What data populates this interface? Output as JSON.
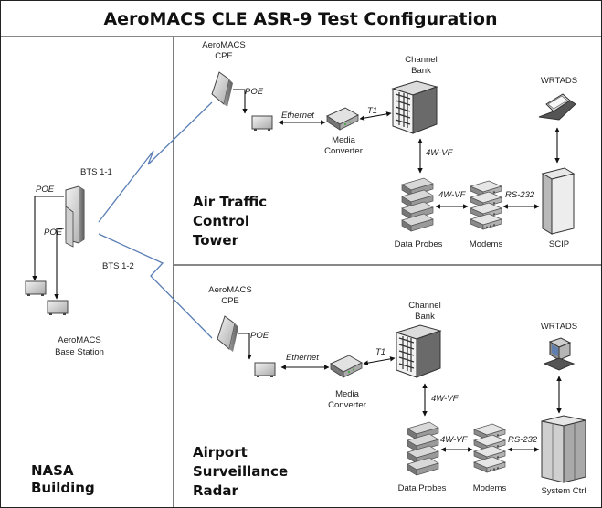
{
  "title": "AeroMACS CLE ASR-9 Test Configuration",
  "left_panel": {
    "bts1": "BTS 1-1",
    "bts2": "BTS 1-2",
    "poe1": "POE",
    "poe2": "POE",
    "base1": "AeroMACS",
    "base2": "Base Station",
    "bldg1": "NASA",
    "bldg2": "Building"
  },
  "tower": {
    "cpe1": "AeroMACS",
    "cpe2": "CPE",
    "poe": "POE",
    "ethernet": "Ethernet",
    "t1": "T1",
    "mc1": "Media",
    "mc2": "Converter",
    "cb1": "Channel",
    "cb2": "Bank",
    "vf_v": "4W-VF",
    "vf_h": "4W-VF",
    "rs232": "RS-232",
    "wrtads": "WRTADS",
    "probes": "Data Probes",
    "modems": "Modems",
    "scip": "SCIP",
    "name1": "Air Traffic",
    "name2": "Control",
    "name3": "Tower"
  },
  "radar": {
    "cpe1": "AeroMACS",
    "cpe2": "CPE",
    "poe": "POE",
    "ethernet": "Ethernet",
    "t1": "T1",
    "mc1": "Media",
    "mc2": "Converter",
    "cb1": "Channel",
    "cb2": "Bank",
    "vf_v": "4W-VF",
    "vf_h": "4W-VF",
    "rs232": "RS-232",
    "wrtads": "WRTADS",
    "probes": "Data Probes",
    "modems": "Modems",
    "ctrl": "System Ctrl",
    "name1": "Airport",
    "name2": "Surveillance",
    "name3": "Radar"
  }
}
